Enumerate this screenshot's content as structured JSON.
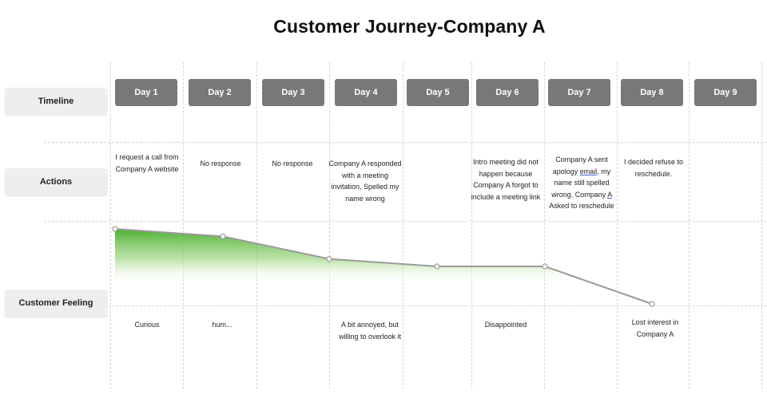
{
  "title": "Customer Journey-Company A",
  "row_labels": {
    "timeline": "Timeline",
    "actions": "Actions",
    "feeling": "Customer Feeling"
  },
  "days": [
    "Day 1",
    "Day 2",
    "Day 3",
    "Day 4",
    "Day 5",
    "Day 6",
    "Day 7",
    "Day 8",
    "Day 9"
  ],
  "actions": {
    "day1": "I request a call from Company A website",
    "day2": "No response",
    "day3": "No response",
    "day4": "Company A responded with a meeting invitation, Spelled my name wrong",
    "day6": "Intro meeting did not happen because Company A forgot to include a meeting link",
    "day7": {
      "part1": "Company A sent apology ",
      "link1": "email,",
      "part2": " my name still spelled wrong. Company ",
      "link2": "A",
      "part3": " Asked to reschedule"
    },
    "day8": "I decided refuse to reschedule."
  },
  "feelings": {
    "day1": "Curious",
    "day2": "hum...",
    "day4": "A bit annoyed, but willing to overlook it",
    "day6": "Disappointed",
    "day8": "Lost interest in Company A"
  },
  "colors": {
    "day_box": "#787878",
    "line": "#9a9a9a",
    "fill_top": "#4caf31"
  },
  "feeling_curve": {
    "days": [
      1,
      2,
      4,
      5,
      6,
      8
    ],
    "levels": [
      5,
      4.6,
      3.4,
      3,
      3,
      1
    ],
    "min_level": 1,
    "max_level": 5
  }
}
